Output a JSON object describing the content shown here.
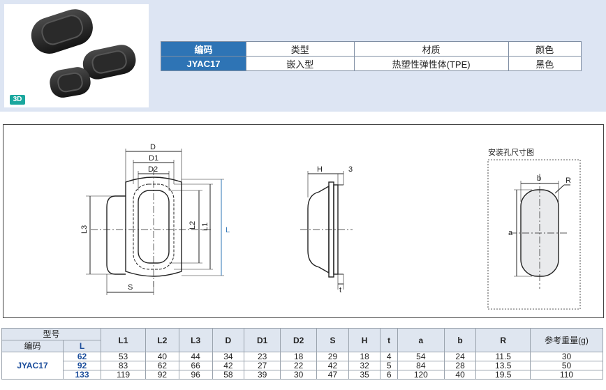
{
  "header": {
    "badge": "3D",
    "columns": [
      "编码",
      "类型",
      "材质",
      "颜色"
    ],
    "row": [
      "JYAC17",
      "嵌入型",
      "热塑性弹性体(TPE)",
      "黑色"
    ]
  },
  "drawing": {
    "front": {
      "D": "D",
      "D1": "D1",
      "D2": "D2",
      "L1": "L1",
      "L2": "L2",
      "L3": "L3",
      "L": "L",
      "S": "S"
    },
    "side": {
      "H": "H",
      "three": "3",
      "t": "t"
    },
    "hole": {
      "title": "安装孔尺寸图",
      "b": "b",
      "R": "R",
      "a": "a"
    }
  },
  "spec": {
    "model_label": "型号",
    "code_label": "编码",
    "L_label": "L",
    "columns": [
      "L1",
      "L2",
      "L3",
      "D",
      "D1",
      "D2",
      "S",
      "H",
      "t",
      "a",
      "b",
      "R",
      "参考重量(g)"
    ],
    "code": "JYAC17",
    "rows": [
      {
        "L": "62",
        "v": [
          "53",
          "40",
          "44",
          "34",
          "23",
          "18",
          "29",
          "18",
          "4",
          "54",
          "24",
          "11.5",
          "30"
        ]
      },
      {
        "L": "92",
        "v": [
          "83",
          "62",
          "66",
          "42",
          "27",
          "22",
          "42",
          "32",
          "5",
          "84",
          "28",
          "13.5",
          "50"
        ]
      },
      {
        "L": "133",
        "v": [
          "119",
          "92",
          "96",
          "58",
          "39",
          "30",
          "47",
          "35",
          "6",
          "120",
          "40",
          "19.5",
          "110"
        ]
      }
    ]
  }
}
